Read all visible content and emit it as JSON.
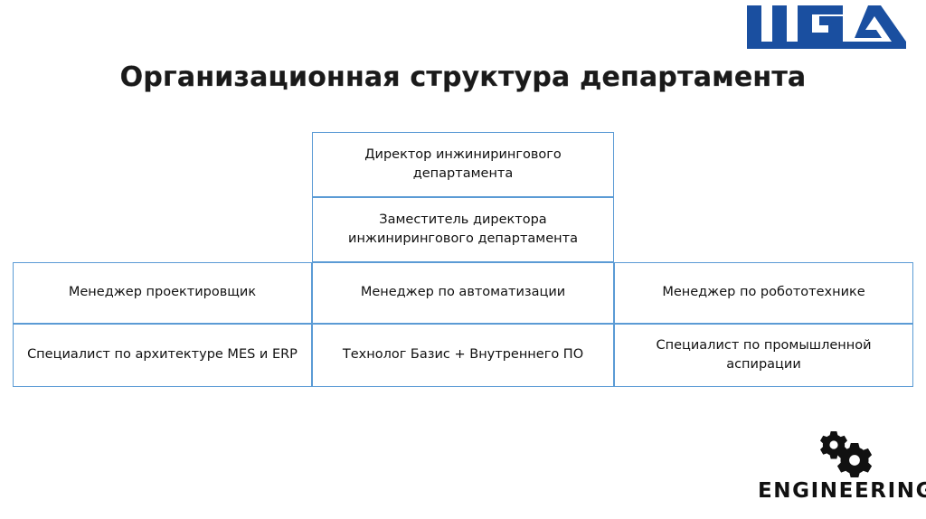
{
  "brand": {
    "logo_text": "LIGA",
    "logo_color": "#1a4fa0",
    "logo_icon": "liga-wordmark"
  },
  "page": {
    "title": "Организационная структура департамента"
  },
  "org_chart": {
    "border_color": "#5b9bd5",
    "background_color": "#ffffff",
    "rows": [
      {
        "type": "single",
        "cells": [
          {
            "label": "Директор инжинирингового департамента"
          }
        ]
      },
      {
        "type": "single",
        "cells": [
          {
            "label": "Заместитель директора инжинирингового департамента"
          }
        ]
      },
      {
        "type": "triple",
        "cells": [
          {
            "label": "Менеджер проектировщик"
          },
          {
            "label": "Менеджер по автоматизации"
          },
          {
            "label": "Менеджер по робототехнике"
          }
        ]
      },
      {
        "type": "triple",
        "cells": [
          {
            "label": "Специалист по архитектуре MES и ERP"
          },
          {
            "label": "Технолог Базис + Внутреннего ПО"
          },
          {
            "label": "Специалист по промышленной аспирации"
          }
        ]
      }
    ]
  },
  "footer_logo": {
    "wordmark": "ENGINEERING",
    "icon": "two-gears-icon",
    "color": "#111111"
  }
}
